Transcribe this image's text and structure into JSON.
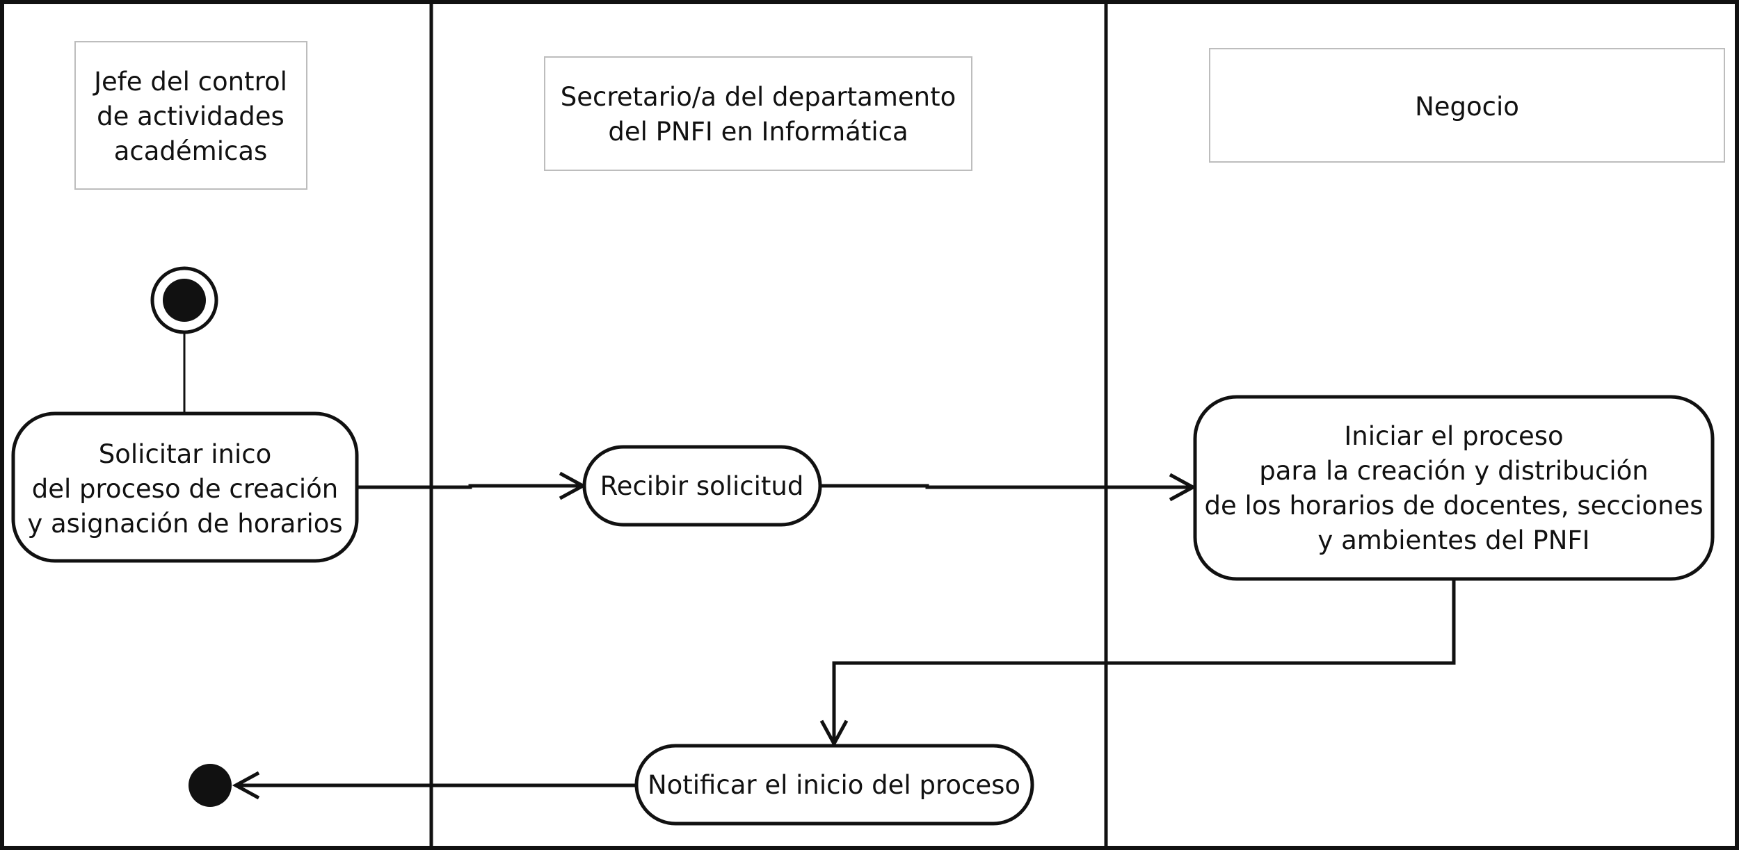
{
  "lanes": [
    {
      "title_lines": [
        "Jefe del control",
        "de actividades",
        "académicas"
      ]
    },
    {
      "title_lines": [
        "Secretario/a del departamento",
        "del PNFI en Informática"
      ]
    },
    {
      "title_lines": [
        "Negocio"
      ]
    }
  ],
  "activities": {
    "solicitar": {
      "lines": [
        "Solicitar inico",
        "del proceso de creación",
        "y asignación de horarios"
      ]
    },
    "recibir": {
      "lines": [
        "Recibir solicitud"
      ]
    },
    "iniciar": {
      "lines": [
        "Iniciar el proceso",
        "para la creación y distribución",
        "de los horarios de docentes, secciones",
        "y ambientes del PNFI"
      ]
    },
    "notificar": {
      "lines": [
        "Notificar el inicio del proceso"
      ]
    }
  },
  "colors": {
    "stroke": "#111111",
    "header_border": "#bdbdbd",
    "background": "#ffffff"
  }
}
